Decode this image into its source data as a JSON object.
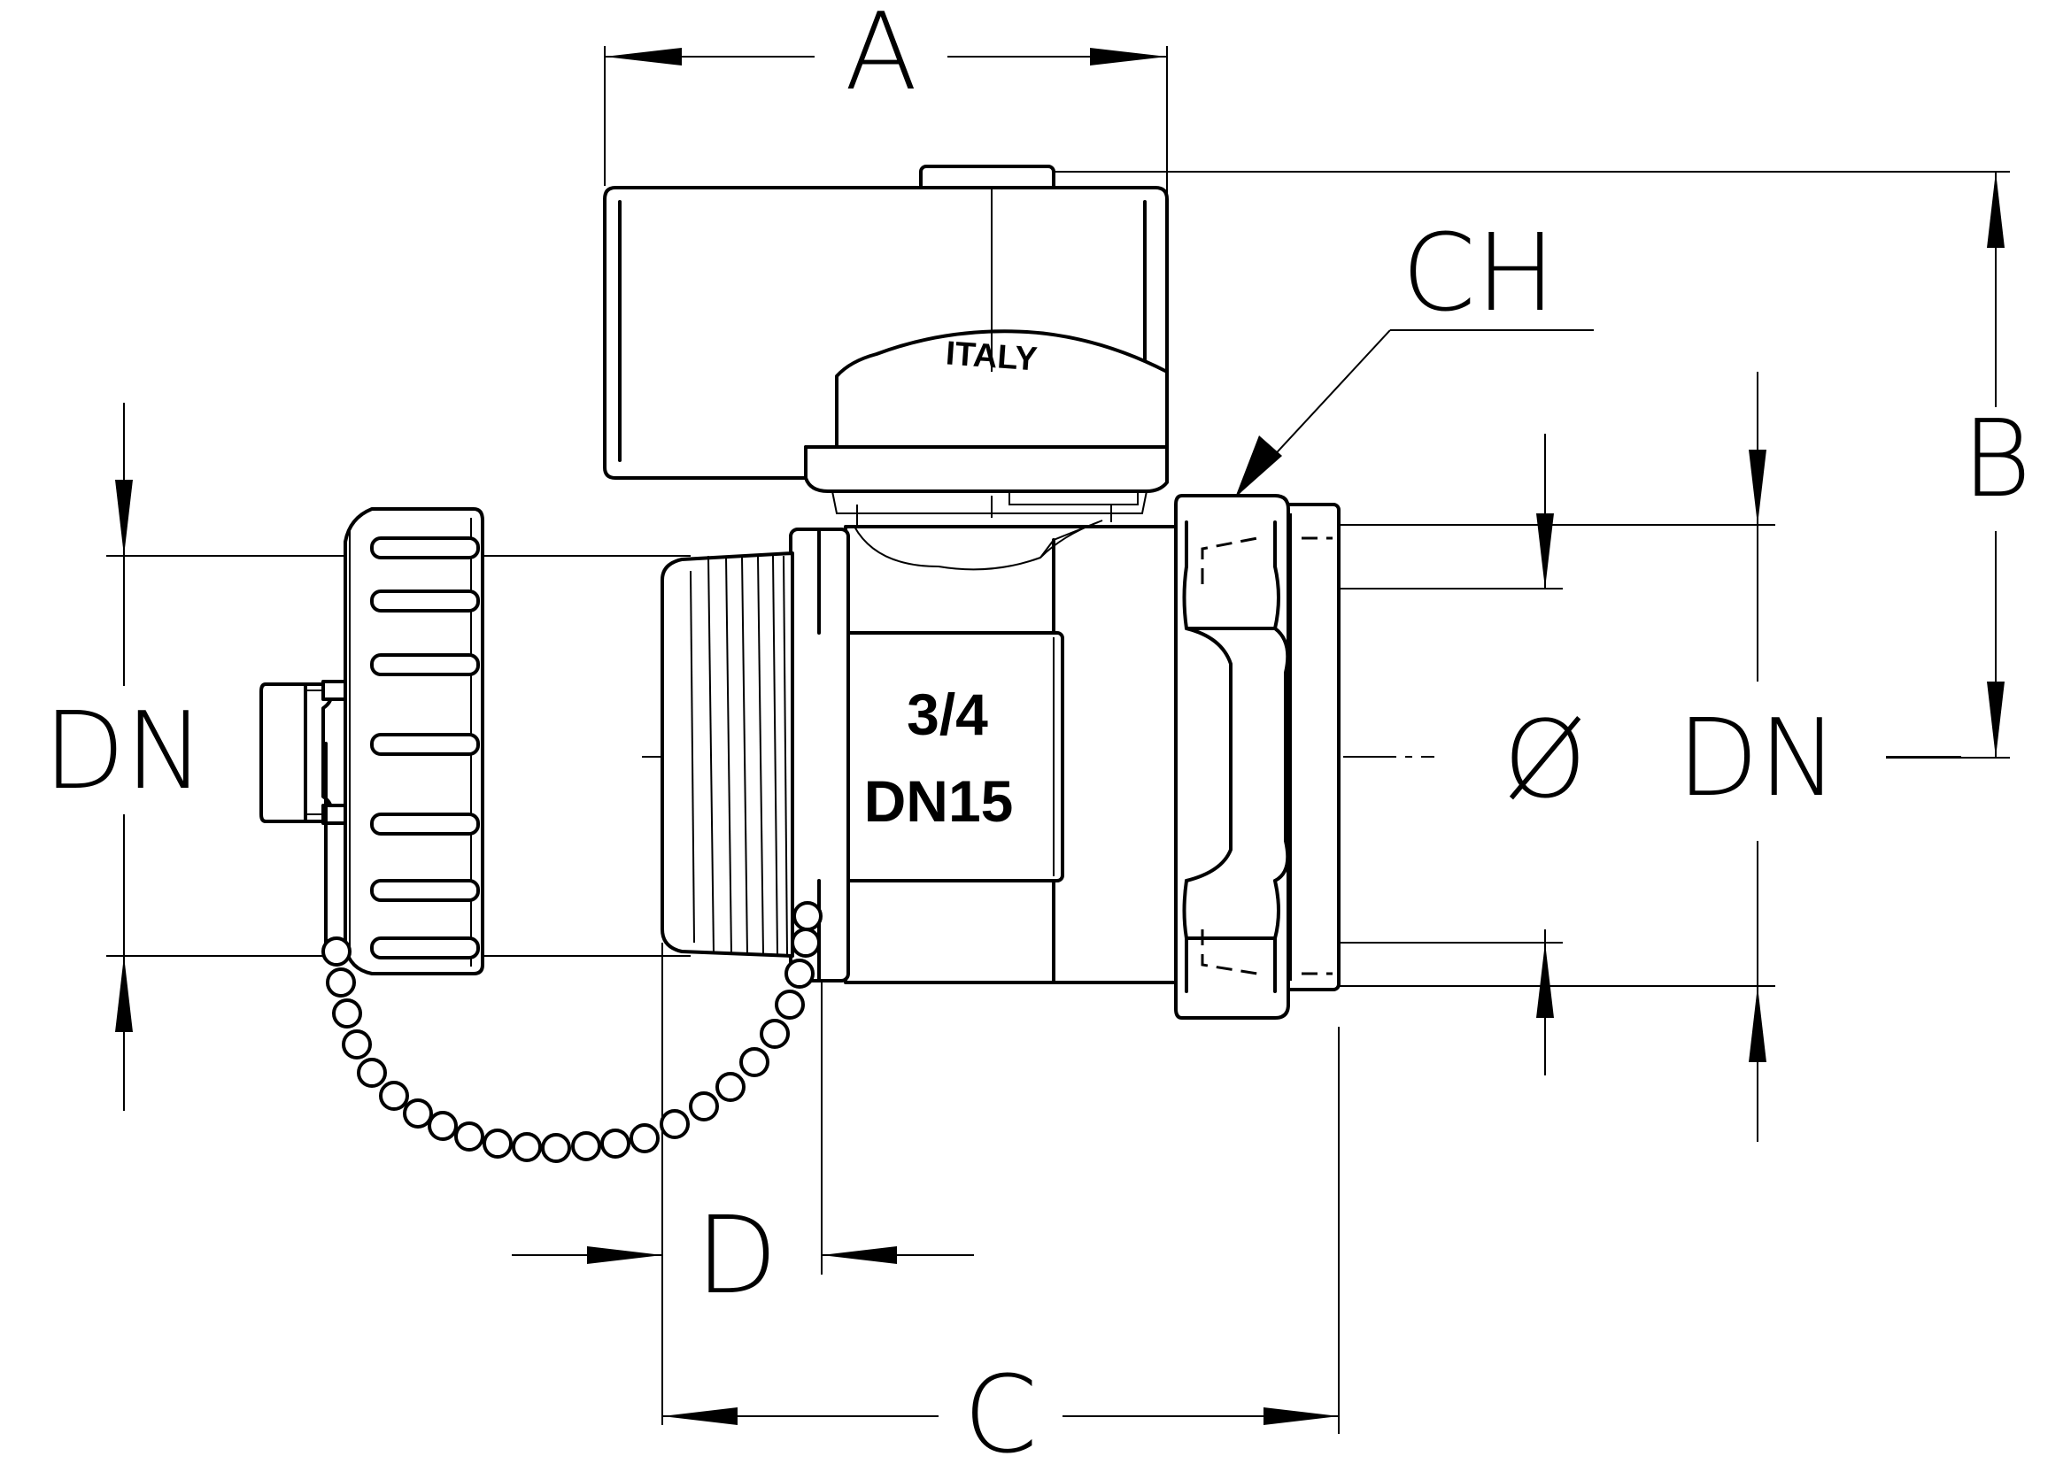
{
  "dimensions": {
    "a": "A",
    "b": "B",
    "c": "C",
    "d": "D",
    "ch": "CH",
    "dn_left": "DN",
    "dn_right": "DN",
    "diameter": "Ø"
  },
  "body_marking": {
    "size": "3/4",
    "nominal": "DN15"
  },
  "handle_marking": "ITALY"
}
